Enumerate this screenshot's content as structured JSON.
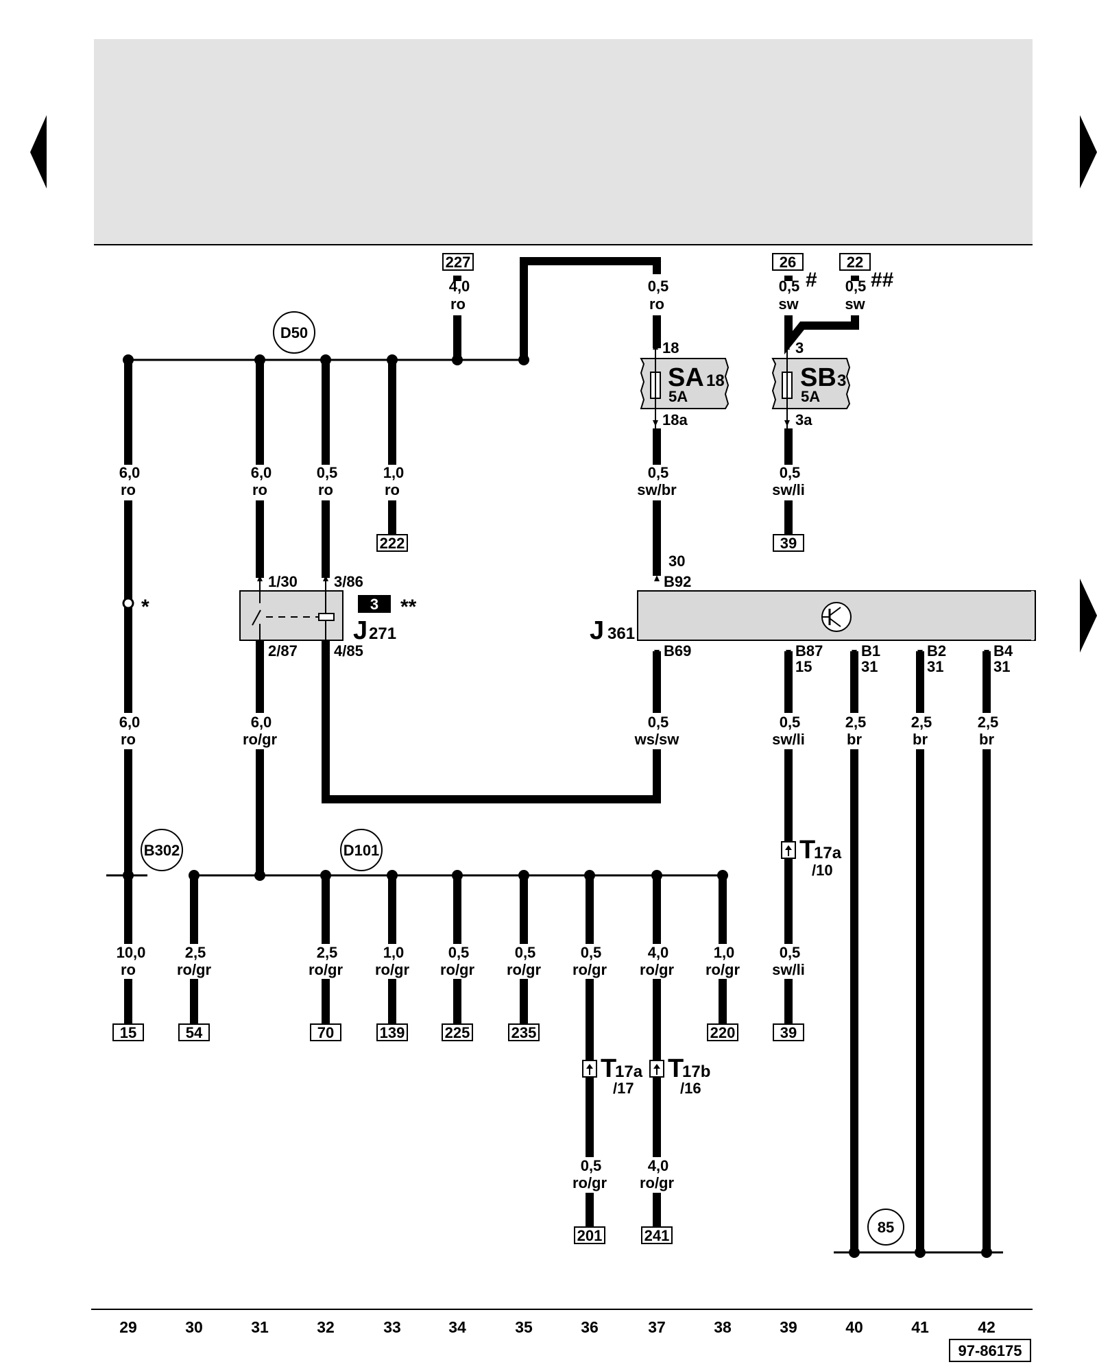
{
  "colors": {
    "header_fill": "#e3e3e3",
    "component_fill": "#d9d9d9",
    "wire": "#000000"
  },
  "nav": {
    "prev_icon": "triangle-left-icon",
    "next_icon": "triangle-right-icon"
  },
  "diagram_code": "97-86175",
  "column_numbers": [
    "29",
    "30",
    "31",
    "32",
    "33",
    "34",
    "35",
    "36",
    "37",
    "38",
    "39",
    "40",
    "41",
    "42"
  ],
  "junctions": {
    "d50": "D50",
    "b302": "B302",
    "d101": "D101",
    "g85": "85"
  },
  "top_refs": {
    "r227": "227",
    "r26": "26",
    "r22": "22"
  },
  "wire_labels": {
    "w227": [
      "4,0",
      "ro"
    ],
    "wsa_in": [
      "0,5",
      "ro"
    ],
    "wsb_in_a": [
      "0,5",
      "sw"
    ],
    "wsb_in_b": [
      "0,5",
      "sw"
    ],
    "w29_top": [
      "6,0",
      "ro"
    ],
    "w31_top": [
      "6,0",
      "ro"
    ],
    "w32_top": [
      "0,5",
      "ro"
    ],
    "w33_top": [
      "1,0",
      "ro"
    ],
    "wsa_out": [
      "0,5",
      "sw/br"
    ],
    "wsb_out": [
      "0,5",
      "sw/li"
    ],
    "w29_mid": [
      "6,0",
      "ro"
    ],
    "w31_mid": [
      "6,0",
      "ro/gr"
    ],
    "wb69": [
      "0,5",
      "ws/sw"
    ],
    "wb87": [
      "0,5",
      "sw/li"
    ],
    "wb1": [
      "2,5",
      "br"
    ],
    "wb2": [
      "2,5",
      "br"
    ],
    "wb4": [
      "2,5",
      "br"
    ],
    "w29_bot": [
      "10,0",
      "ro"
    ],
    "w30_bot": [
      "2,5",
      "ro/gr"
    ],
    "w32_bot": [
      "2,5",
      "ro/gr"
    ],
    "w33_bot": [
      "1,0",
      "ro/gr"
    ],
    "w34_bot": [
      "0,5",
      "ro/gr"
    ],
    "w35_bot": [
      "0,5",
      "ro/gr"
    ],
    "w36_bot": [
      "0,5",
      "ro/gr"
    ],
    "w37_bot": [
      "4,0",
      "ro/gr"
    ],
    "w38_bot": [
      "1,0",
      "ro/gr"
    ],
    "w39_bot": [
      "0,5",
      "sw/li"
    ],
    "w36_low": [
      "0,5",
      "ro/gr"
    ],
    "w37_low": [
      "4,0",
      "ro/gr"
    ]
  },
  "refs_mid": {
    "r222": "222",
    "r39a": "39"
  },
  "refs_bottom": {
    "r15": "15",
    "r54": "54",
    "r70": "70",
    "r139": "139",
    "r225": "225",
    "r235": "235",
    "r220": "220",
    "r39b": "39"
  },
  "refs_low": {
    "r201": "201",
    "r241": "241"
  },
  "fuses": {
    "sa": {
      "name": "SA",
      "index": "18",
      "rating": "5A",
      "pin_in": "18",
      "pin_out": "18a"
    },
    "sb": {
      "name": "SB",
      "index": "3",
      "rating": "5A",
      "pin_in": "3",
      "pin_out": "3a"
    }
  },
  "relay": {
    "name": "J",
    "index": "271",
    "pins": {
      "p1": "1/30",
      "p2": "2/87",
      "p3": "3/86",
      "p4": "4/85"
    },
    "badge": "3",
    "note": "**"
  },
  "module": {
    "name": "J",
    "index": "361",
    "pins": {
      "b92_no": "30",
      "b92": "B92",
      "b69": "B69",
      "b87": "B87",
      "b87_no": "15",
      "b1": "B1",
      "b1_no": "31",
      "b2": "B2",
      "b2_no": "31",
      "b4": "B4",
      "b4_no": "31"
    },
    "icon": "transistor-icon"
  },
  "connectors": {
    "t17a_10": {
      "name": "T",
      "index": "17a",
      "pin": "/10"
    },
    "t17a_17": {
      "name": "T",
      "index": "17a",
      "pin": "/17"
    },
    "t17b_16": {
      "name": "T",
      "index": "17b",
      "pin": "/16"
    }
  },
  "notes": {
    "star": "*",
    "hash": "#",
    "dhash": "##"
  }
}
